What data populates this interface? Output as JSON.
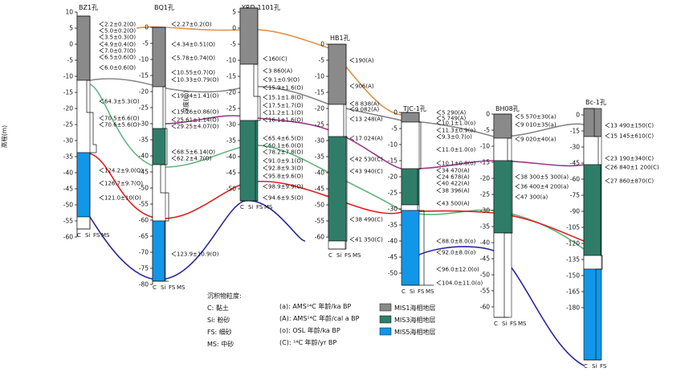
{
  "elevation_axis": {
    "label": "高程(m)",
    "ticks": [
      "10",
      "5",
      "0",
      "-5",
      "-10",
      "-15",
      "-20",
      "-25",
      "-30",
      "-35",
      "-40",
      "-45",
      "-50",
      "-55",
      "-60"
    ]
  },
  "depth_label": "深度(m)",
  "grain_size_labels": [
    "C",
    "Si",
    "FS",
    "MS"
  ],
  "grain_size_labels_bc": [
    "C",
    "Si",
    "FS"
  ],
  "colors": {
    "mis1": "#8a8a8a",
    "mis3": "#2f7d68",
    "mis5": "#1296e8",
    "line_orange": "#e0944a",
    "line_gray": "#888888",
    "line_purple": "#9a3a8a",
    "line_green": "#63b57f",
    "line_red": "#e02020",
    "line_blue": "#2a2a9a"
  },
  "cores": [
    {
      "name": "BZ1孔",
      "ticks": [
        "10",
        "5",
        "0",
        "-5",
        "-10",
        "-15",
        "-20",
        "-25",
        "-30",
        "-35",
        "-40",
        "-45",
        "-50",
        "-55",
        "-60"
      ],
      "dates": [
        "2.2±0.2(O)",
        "5.0±0.2(O)",
        "3.5±0.3(O)",
        "4.9±0.4(O)",
        "7.0±0.7(O)",
        "6.5±0.6(O)",
        "6.0±0.6(O)",
        "64.3±5.3(O)",
        "70.5±6.6(O)",
        "70.6±5.6(O)",
        "124.2±9.0(O)",
        "126.7±9.7(O)",
        "121.0±10(O)"
      ]
    },
    {
      "name": "BQ1孔",
      "ticks": [
        "0",
        "-5",
        "-10",
        "-15",
        "-20",
        "-25",
        "-30",
        "-35",
        "-40",
        "-45",
        "-50",
        "-55",
        "-60",
        "-65",
        "-70",
        "-75",
        "-80"
      ],
      "dates": [
        "2.27±0.2(O)",
        "4.34±0.51(O)",
        "5.78±0.74(O)",
        "10.55±0.7(O)",
        "10.33±0.79(O)",
        "19.34±1.41(O)",
        "15.26±0.86(O)",
        "25.61±1.14(O)",
        "29.25±4.07(O)",
        "68.5±6.14(O)",
        "62.2±4.7(O)",
        "123.9±10.9(O)"
      ]
    },
    {
      "name": "YRD-1101孔",
      "ticks": [
        "5",
        "0",
        "-5",
        "-10",
        "-15",
        "-20",
        "-25",
        "-30",
        "-35",
        "-40",
        "-45",
        "-50"
      ],
      "dates": [
        "160(C)",
        "3 860(A)",
        "9.1±0.9(O)",
        "15.9±1.6(O)",
        "15.1±1.8(O)",
        "17.5±1.7(O)",
        "11.2±1.1(O)",
        "16.1±1.6(O)",
        "65.4±6.5(O)",
        "60.1±6.0(O)",
        "78.2±7.8(O)",
        "91.0±9.1(O)",
        "92.8±9.3(O)",
        "95.8±9.6(O)",
        "98.9±9.9(O)",
        "94.6±9.5(O)"
      ]
    },
    {
      "name": "HB1孔",
      "ticks": [
        "0",
        "-5",
        "-10",
        "-15",
        "-20",
        "-25",
        "-30",
        "-35",
        "-40",
        "-45",
        "-50",
        "-55",
        "-60"
      ],
      "dates": [
        "190(A)",
        "906(A)",
        "8 838(A)",
        "9 082(A)",
        "13 248(A)",
        "17 024(A)",
        "42 530(C)",
        "43 940(C)",
        "38 490(C)",
        "41 350(C)"
      ]
    },
    {
      "name": "TJC-1孔",
      "ticks": [
        "0",
        "-5",
        "-10",
        "-15",
        "-20",
        "-25",
        "-30",
        "-35",
        "-40",
        "-45",
        "-50"
      ],
      "dates": [
        "5 290(A)",
        "5 749(A)",
        "10.1±1.0(o)",
        "11.3±0.9(o)",
        "9.3±0.7(o)",
        "11.0±1.0(o)",
        "10.1±0.8(o)",
        "34 470(A)",
        "24 678(A)",
        "40 422(A)",
        "38 396(A)",
        "43 500(A)",
        "88.0±8.0(o)",
        "92.0±8.0(o)",
        "96.0±12.0(o)",
        "104.0±11.0(o)"
      ]
    },
    {
      "name": "BH08孔",
      "ticks": [
        "0",
        "-5",
        "-10",
        "-15",
        "-20",
        "-25",
        "-30",
        "-35",
        "-40",
        "-45",
        "-50",
        "-55",
        "-60"
      ],
      "dates": [
        "5 570±30(a)",
        "9 010±35(a)",
        "9 020±40(a)",
        "38 300±5 300(a)",
        "36 400±4 200(a)",
        "47 300(a)"
      ]
    },
    {
      "name": "Bc-1孔",
      "ticks": [
        "0",
        "-15",
        "-30",
        "-45",
        "-60",
        "-75",
        "-90",
        "-105",
        "-120",
        "-135",
        "-150",
        "-165",
        "-180"
      ],
      "dates": [
        "13 490±150(C)",
        "15 145±610(C)",
        "23 190±340(C)",
        "26 840±1 200(C)",
        "27 860±870(C)"
      ]
    }
  ],
  "legend": {
    "grain_title": "沉积物粒度:",
    "grain_items": [
      "C: 黏土",
      "Si: 粉砂",
      "FS: 细砂",
      "MS: 中砂"
    ],
    "age_items": [
      "(a): AMS¹⁴C 年龄/ka BP",
      "(A): AMS¹⁴C 年龄/cal a BP",
      "(o): OSL 年龄/ka BP",
      "(C): ¹⁴C 年龄/yr BP"
    ],
    "facies_items": [
      "MIS1海相地层",
      "MIS3海相地层",
      "MIS5海相地层"
    ]
  }
}
